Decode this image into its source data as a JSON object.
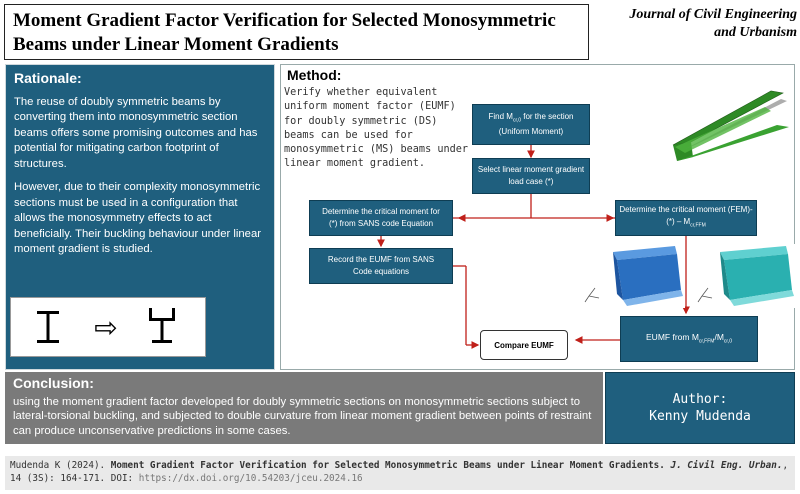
{
  "header": {
    "title": "Moment Gradient Factor Verification for Selected Monosymmetric Beams under Linear Moment Gradients",
    "journal": "Journal of Civil Engineering and Urbanism"
  },
  "rationale": {
    "heading": "Rationale:",
    "paragraphs": [
      "The reuse of doubly symmetric beams by converting them into monosymmetric section beams offers some promising outcomes and has potential for mitigating carbon footprint of structures.",
      "However, due to their complexity monosymmetric sections must be used in a configuration that allows the monosymmetry effects to act beneficially. Their buckling behaviour under linear moment gradient is studied."
    ],
    "arrow_glyph": "⇨"
  },
  "method": {
    "heading": "Method:",
    "text": "Verify whether equivalent uniform moment factor (EUMF) for doubly symmetric (DS) beams can be used for monosymmetric (MS) beams under linear moment gradient.",
    "boxes": {
      "find": {
        "pre": "Find M",
        "sub": "cr,0",
        "post": " for the section",
        "line2": "(Uniform Moment)"
      },
      "select": {
        "line1": "Select linear moment gradient",
        "line2": "load case (*)"
      },
      "sans": {
        "line1": "Determine the critical moment for",
        "line2": "(*) from SANS code Equation"
      },
      "fem": {
        "line1": "Determine the critical moment (FEM)-",
        "line2_pre": "(*) – M",
        "line2_sub": "cr,FFM"
      },
      "record": {
        "line1": "Record the EUMF from SANS",
        "line2": "Code equations"
      },
      "compare": "Compare EUMF",
      "eumf": {
        "pre": "EUMF from M",
        "sub1": "cr,FFM",
        "mid": "/M",
        "sub2": "cr,0"
      }
    }
  },
  "conclusion": {
    "heading": "Conclusion:",
    "text": "using the moment gradient factor developed for doubly symmetric sections on monosymmetric sections subject to lateral-torsional buckling, and subjected to double curvature from linear moment gradient between points of restraint can produce unconservative predictions in some cases."
  },
  "author": {
    "label": "Author:",
    "name": "Kenny Mudenda"
  },
  "citation": {
    "authors": "Mudenda K (2024). ",
    "title": "Moment Gradient Factor Verification for Selected Monosymmetric Beams under Linear Moment Gradients.",
    "journal": "J. Civil Eng. Urban.",
    "details": ", 14 (3S): 164-171. DOI: ",
    "doi": "https://dx.doi.org/10.54203/jceu.2024.16"
  },
  "colors": {
    "panel_blue": "#1f5f7e",
    "panel_grey": "#7a7a7a",
    "arrow_red": "#c0201a",
    "beam_green": "#3a9a2e",
    "beam_blue": "#2a6fc0",
    "beam_cyan": "#2ab0b0"
  }
}
